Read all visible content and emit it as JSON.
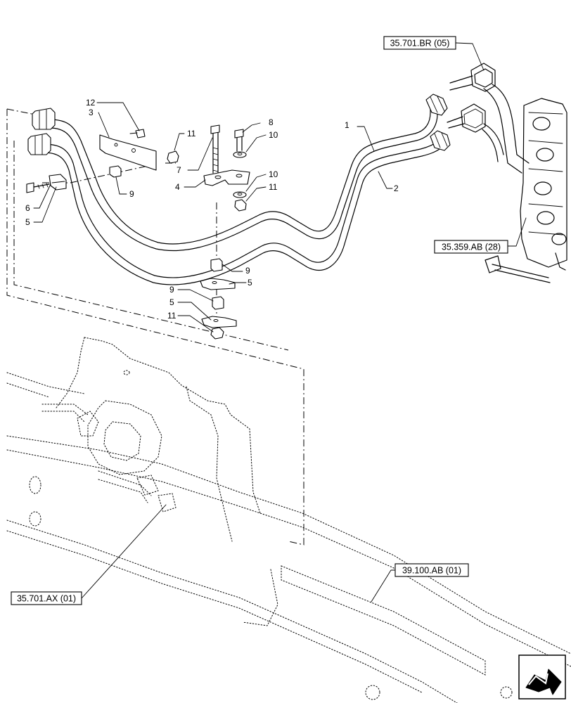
{
  "callouts": [
    {
      "id": "c1",
      "label": "1"
    },
    {
      "id": "c2",
      "label": "2"
    },
    {
      "id": "c3",
      "label": "3"
    },
    {
      "id": "c4",
      "label": "4"
    },
    {
      "id": "c5a",
      "label": "5"
    },
    {
      "id": "c5b",
      "label": "5"
    },
    {
      "id": "c5c",
      "label": "5"
    },
    {
      "id": "c6",
      "label": "6"
    },
    {
      "id": "c7",
      "label": "7"
    },
    {
      "id": "c8",
      "label": "8"
    },
    {
      "id": "c9a",
      "label": "9"
    },
    {
      "id": "c9b",
      "label": "9"
    },
    {
      "id": "c9c",
      "label": "9"
    },
    {
      "id": "c10a",
      "label": "10"
    },
    {
      "id": "c10b",
      "label": "10"
    },
    {
      "id": "c11a",
      "label": "11"
    },
    {
      "id": "c11b",
      "label": "11"
    },
    {
      "id": "c11c",
      "label": "11"
    },
    {
      "id": "c12",
      "label": "12"
    }
  ],
  "references": [
    {
      "id": "r1",
      "label": "35.701.BR (05)"
    },
    {
      "id": "r2",
      "label": "35.359.AB (28)"
    },
    {
      "id": "r3",
      "label": "35.701.AX (01)"
    },
    {
      "id": "r4",
      "label": "39.100.AB (01)"
    }
  ],
  "icons": {
    "nav": "next-page-arrow-icon"
  }
}
